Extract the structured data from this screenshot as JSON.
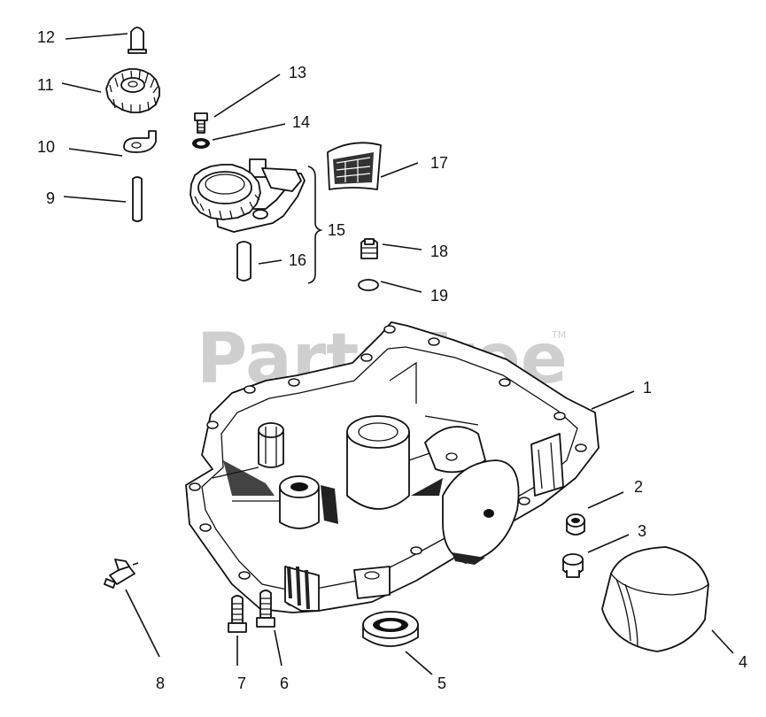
{
  "watermark": {
    "brand": "PartsTree",
    "trademark": "TM"
  },
  "colors": {
    "ink": "#111111",
    "watermark": "#cfcfcf",
    "background": "#ffffff"
  },
  "callouts": [
    {
      "id": "c1",
      "label": "1"
    },
    {
      "id": "c2",
      "label": "2"
    },
    {
      "id": "c3",
      "label": "3"
    },
    {
      "id": "c4",
      "label": "4"
    },
    {
      "id": "c5",
      "label": "5"
    },
    {
      "id": "c6",
      "label": "6"
    },
    {
      "id": "c7",
      "label": "7"
    },
    {
      "id": "c8",
      "label": "8"
    },
    {
      "id": "c9",
      "label": "9"
    },
    {
      "id": "c10",
      "label": "10"
    },
    {
      "id": "c11",
      "label": "11"
    },
    {
      "id": "c12",
      "label": "12"
    },
    {
      "id": "c13",
      "label": "13"
    },
    {
      "id": "c14",
      "label": "14"
    },
    {
      "id": "c15",
      "label": "15"
    },
    {
      "id": "c16",
      "label": "16"
    },
    {
      "id": "c17",
      "label": "17"
    },
    {
      "id": "c18",
      "label": "18"
    },
    {
      "id": "c19",
      "label": "19"
    }
  ]
}
